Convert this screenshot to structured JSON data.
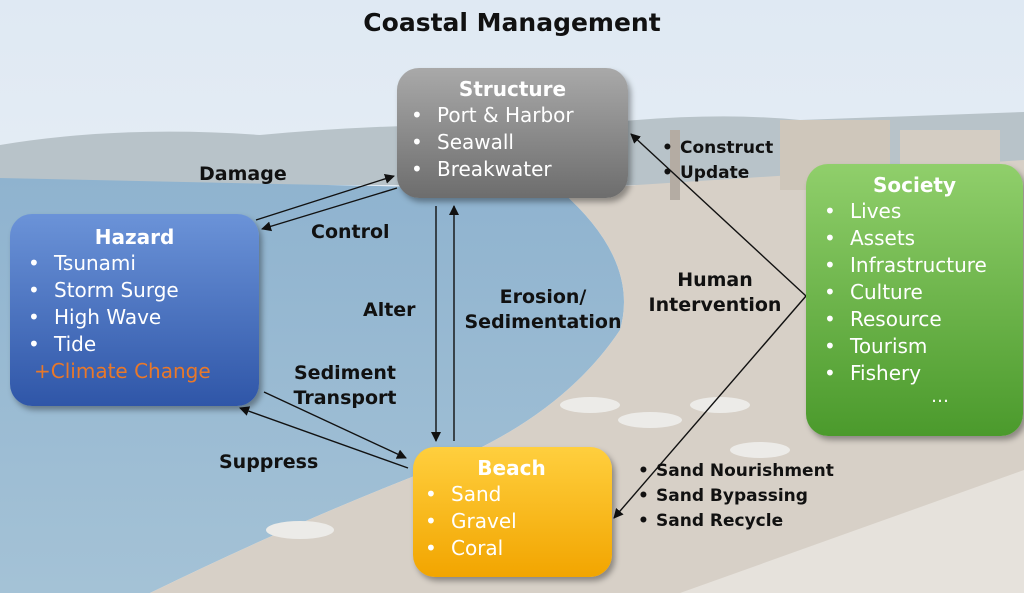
{
  "title": "Coastal Management",
  "boxes": {
    "structure": {
      "title": "Structure",
      "items": [
        "Port & Harbor",
        "Seawall",
        "Breakwater"
      ]
    },
    "hazard": {
      "title": "Hazard",
      "items": [
        "Tsunami",
        "Storm Surge",
        "High Wave",
        "Tide"
      ],
      "extra": "+Climate Change"
    },
    "society": {
      "title": "Society",
      "items": [
        "Lives",
        "Assets",
        "Infrastructure",
        "Culture",
        "Resource",
        "Tourism",
        "Fishery"
      ],
      "more": "…"
    },
    "beach": {
      "title": "Beach",
      "items": [
        "Sand",
        "Gravel",
        "Coral"
      ]
    }
  },
  "labels": {
    "damage": "Damage",
    "control": "Control",
    "alter": "Alter",
    "erosion_line1": "Erosion/",
    "erosion_line2": "Sedimentation",
    "human_line1": "Human",
    "human_line2": "Intervention",
    "sediment_line1": "Sediment",
    "sediment_line2": "Transport",
    "suppress": "Suppress"
  },
  "actions": {
    "structure": [
      "Construct",
      "Update"
    ],
    "beach": [
      "Sand Nourishment",
      "Sand Bypassing",
      "Sand Recycle"
    ]
  },
  "colors": {
    "structure": "#8a8a8a",
    "hazard": "#3f67b8",
    "society": "#6db447",
    "beach": "#f9b914",
    "climate_change": "#e8782a"
  },
  "icons": [
    "beach-background-photo"
  ]
}
